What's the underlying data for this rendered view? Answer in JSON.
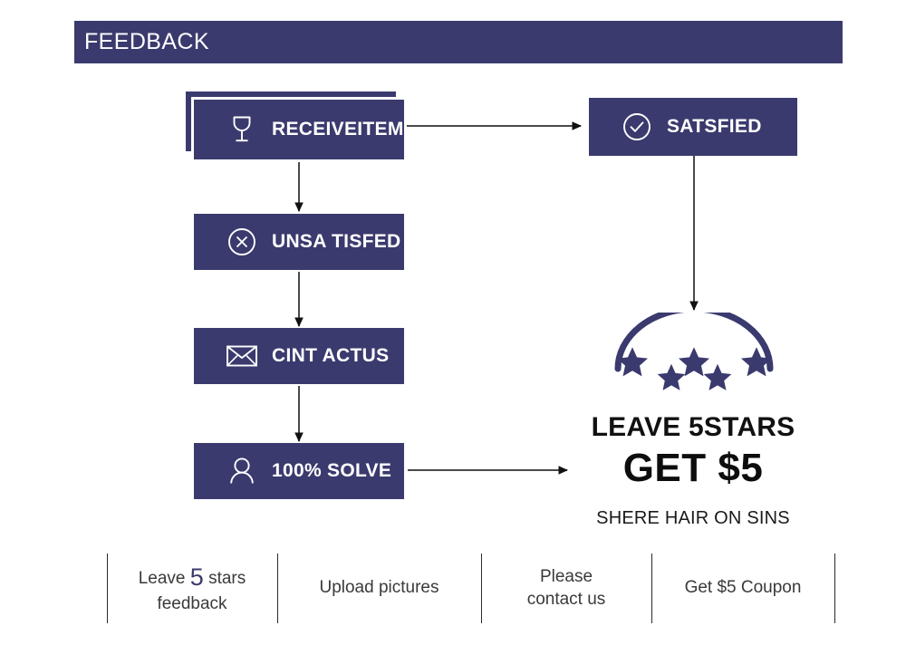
{
  "header": {
    "title": "FEEDBACK",
    "bar_color": "#3B3A6E",
    "text_color": "#FFFFFF"
  },
  "theme": {
    "brand_navy": "#3B3A6E",
    "page_background": "#FFFFFF",
    "connector_color": "#4A4A4A",
    "arrowhead_color": "#111111",
    "footer_rule_color": "#2B2B2B"
  },
  "flow": {
    "left_column": [
      {
        "label": "RECEIVEITEM",
        "icon": "wine-glass-icon",
        "stacked": true
      },
      {
        "label": "UNSA TISFED",
        "icon": "circle-x-icon",
        "stacked": false
      },
      {
        "label": "CINT ACTUS",
        "icon": "envelope-icon",
        "stacked": false
      },
      {
        "label": "100% SOLVE",
        "icon": "user-icon",
        "stacked": false
      }
    ],
    "right_column": [
      {
        "label": "SATSFIED",
        "icon": "circle-check-icon"
      }
    ],
    "connectors": [
      {
        "name": "receiveitem-to-satsfied",
        "direction": "right"
      },
      {
        "name": "receiveitem-to-unsatisfied",
        "direction": "down"
      },
      {
        "name": "unsatisfied-to-contactus",
        "direction": "down"
      },
      {
        "name": "contactus-to-solve",
        "direction": "down"
      },
      {
        "name": "satsfied-to-stars",
        "direction": "down"
      },
      {
        "name": "solve-to-reward",
        "direction": "right"
      }
    ]
  },
  "reward": {
    "stars_count": 5,
    "stars_color": "#3B3A6E",
    "arc_color": "#3B3A6E",
    "line1": "LEAVE 5STARS",
    "line2": "GET $5",
    "line3": "SHERE HAIR ON SINS"
  },
  "footer": {
    "cells": [
      {
        "name": "footer-leave-5-stars",
        "prefix": "Leave ",
        "highlight": "5",
        "suffix": " stars",
        "second_line": "feedback"
      },
      {
        "name": "footer-upload-pictures",
        "prefix": "Upload pictures",
        "highlight": "",
        "suffix": "",
        "second_line": ""
      },
      {
        "name": "footer-please-contact-us",
        "prefix": "Please",
        "highlight": "",
        "suffix": "",
        "second_line": "contact us"
      },
      {
        "name": "footer-get-5-coupon",
        "prefix": "Get $5 Coupon",
        "highlight": "",
        "suffix": "",
        "second_line": ""
      }
    ]
  }
}
